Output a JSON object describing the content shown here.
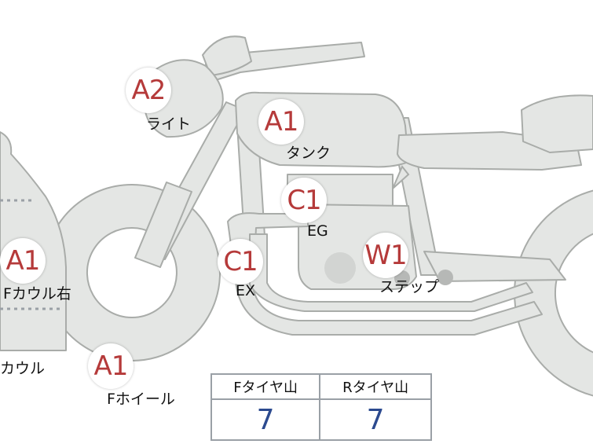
{
  "markers": [
    {
      "id": "light",
      "grade": "A2",
      "label": "ライト"
    },
    {
      "id": "tank",
      "grade": "A1",
      "label": "タンク"
    },
    {
      "id": "engine",
      "grade": "C1",
      "label": "EG"
    },
    {
      "id": "exhaust",
      "grade": "C1",
      "label": "EX"
    },
    {
      "id": "step",
      "grade": "W1",
      "label": "ステップ"
    },
    {
      "id": "front-cowl-right",
      "grade": "A1",
      "label": "Fカウル右"
    },
    {
      "id": "front-wheel",
      "grade": "A1",
      "label": "Fホイール"
    },
    {
      "id": "cowl-partial",
      "label": "カウル"
    }
  ],
  "tire_table": {
    "headers": [
      "Fタイヤ山",
      "Rタイヤ山"
    ],
    "values": [
      "7",
      "7"
    ]
  },
  "colors": {
    "body_fill": "#e4e6e4",
    "body_stroke": "#a9aca9",
    "grade_text": "#b53a3a",
    "tire_value": "#2c4a8f"
  }
}
